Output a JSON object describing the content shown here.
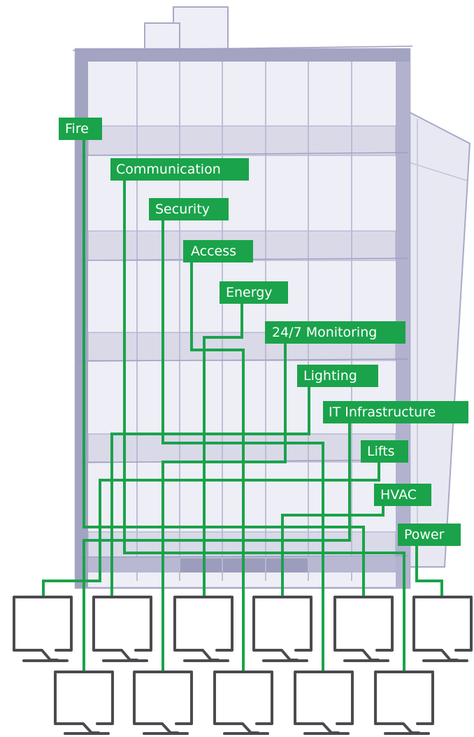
{
  "colors": {
    "accent": "#1aa34a",
    "building_fill": "#eeeef6",
    "building_stroke": "#a9a9c8",
    "building_band": "#d9d9e8",
    "building_dark": "#9c9cbd",
    "monitor_stroke": "#4b4b4f",
    "label_text": "#ffffff"
  },
  "labels": [
    {
      "id": "fire",
      "text": "Fire"
    },
    {
      "id": "communication",
      "text": "Communication"
    },
    {
      "id": "security",
      "text": "Security"
    },
    {
      "id": "access",
      "text": "Access"
    },
    {
      "id": "energy",
      "text": "Energy"
    },
    {
      "id": "monitoring",
      "text": "24/7 Monitoring"
    },
    {
      "id": "lighting",
      "text": "Lighting"
    },
    {
      "id": "it-infrastructure",
      "text": "IT Infrastructure"
    },
    {
      "id": "lifts",
      "text": "Lifts"
    },
    {
      "id": "hvac",
      "text": "HVAC"
    },
    {
      "id": "power",
      "text": "Power"
    }
  ],
  "monitor_icon": "desktop-monitor-icon",
  "building_icon": "office-building-sketch"
}
